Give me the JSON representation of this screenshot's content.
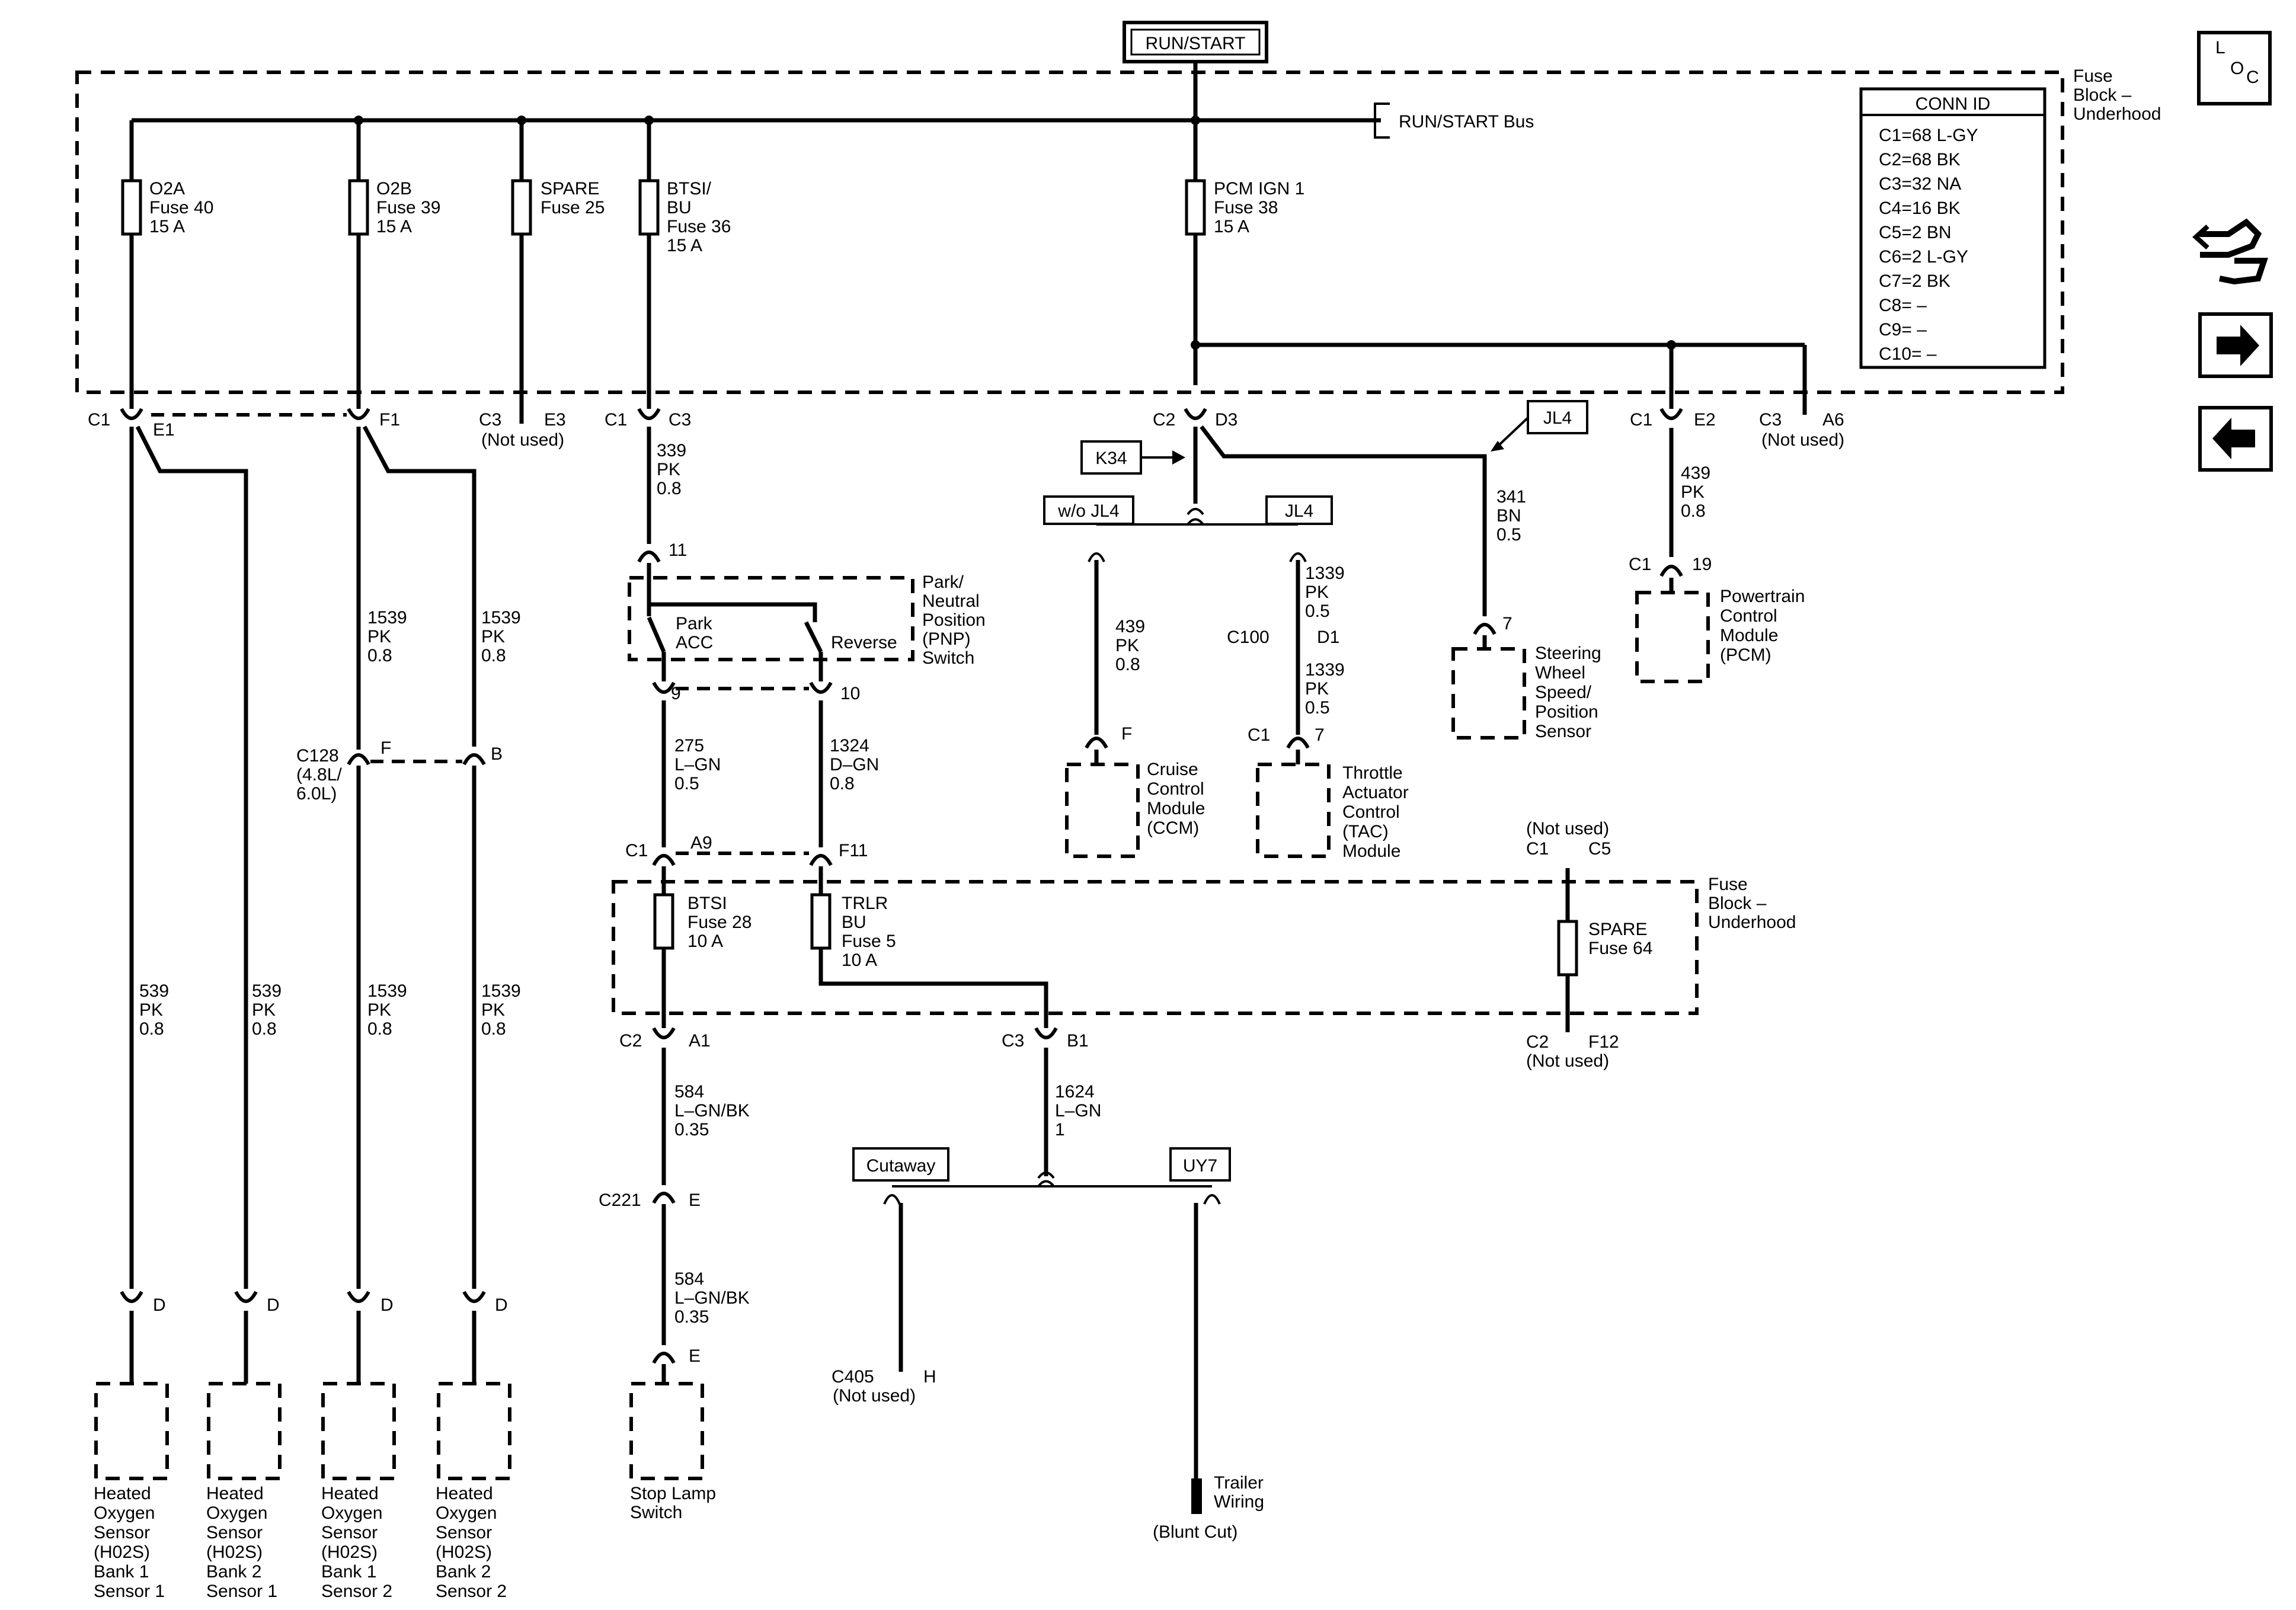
{
  "title": "RUN/START",
  "bus_label": "RUN/START Bus",
  "fuse_block_label": [
    "Fuse",
    "Block –",
    "Underhood"
  ],
  "conn_id": {
    "header": "CONN ID",
    "rows": [
      "C1=68 L-GY",
      "C2=68 BK",
      "C3=32 NA",
      "C4=16 BK",
      "C5=2 BN",
      "C6=2 L-GY",
      "C7=2 BK",
      "C8= –",
      "C9= –",
      "C10= –"
    ]
  },
  "fuses_top": [
    {
      "lines": [
        "O2A",
        "Fuse 40",
        "15 A"
      ]
    },
    {
      "lines": [
        "O2B",
        "Fuse 39",
        "15 A"
      ]
    },
    {
      "lines": [
        "SPARE",
        "Fuse 25"
      ]
    },
    {
      "lines": [
        "BTSI/",
        "BU",
        "Fuse 36",
        "15 A"
      ]
    },
    {
      "lines": [
        "PCM IGN 1",
        "Fuse 38",
        "15 A"
      ]
    }
  ],
  "fuses_lower": [
    {
      "lines": [
        "BTSI",
        "Fuse 28",
        "10 A"
      ]
    },
    {
      "lines": [
        "TRLR",
        "BU",
        "Fuse 5",
        "10 A"
      ]
    },
    {
      "lines": [
        "SPARE",
        "Fuse 64"
      ]
    }
  ],
  "connectors": {
    "c1": "C1",
    "e1": "E1",
    "f1": "F1",
    "c3a": "C3",
    "e3": "E3",
    "not_used": "(Not used)",
    "c1b": "C1",
    "c3b": "C3",
    "c2": "C2",
    "d3": "D3",
    "c1e": "C1",
    "e2": "E2",
    "c3c": "C3",
    "a6": "A6",
    "p11": "11",
    "p9": "9",
    "p10": "10",
    "c128": "C128",
    "c128_sub": [
      "(4.8L/",
      "6.0L)"
    ],
    "pf": "F",
    "pb": "B",
    "c1a9": "C1",
    "a9": "A9",
    "f11": "F11",
    "c2a1": "C2",
    "a1": "A1",
    "c3b1": "C3",
    "b1": "B1",
    "c221": "C221",
    "e": "E",
    "e2s": "E",
    "c405": "C405",
    "h": "H",
    "d": "D",
    "c1_19": "C1",
    "p19": "19",
    "p7": "7",
    "pf2": "F",
    "c100": "C100",
    "d1": "D1",
    "c1_7": "C1",
    "p7b": "7",
    "c1_c5": "C1",
    "c5": "C5",
    "c2_f12": "C2",
    "f12": "F12"
  },
  "wires": {
    "w339": [
      "339",
      "PK",
      "0.8"
    ],
    "w1539": [
      "1539",
      "PK",
      "0.8"
    ],
    "w539": [
      "539",
      "PK",
      "0.8"
    ],
    "w275": [
      "275",
      "L–GN",
      "0.5"
    ],
    "w1324": [
      "1324",
      "D–GN",
      "0.8"
    ],
    "w584": [
      "584",
      "L–GN/BK",
      "0.35"
    ],
    "w1624": [
      "1624",
      "L–GN",
      "1"
    ],
    "w341": [
      "341",
      "BN",
      "0.5"
    ],
    "w439": [
      "439",
      "PK",
      "0.8"
    ],
    "w1339": [
      "1339",
      "PK",
      "0.5"
    ]
  },
  "options": {
    "k34": "K34",
    "jl4": "JL4",
    "wo_jl4": "w/o JL4",
    "cutaway": "Cutaway",
    "uy7": "UY7"
  },
  "switch": {
    "label": [
      "Park/",
      "Neutral",
      "Position",
      "(PNP)",
      "Switch"
    ],
    "park": [
      "Park",
      "ACC"
    ],
    "reverse": "Reverse"
  },
  "components": {
    "ho2s": [
      [
        "Heated",
        "Oxygen",
        "Sensor",
        "(H02S)",
        "Bank 1",
        "Sensor 1"
      ],
      [
        "Heated",
        "Oxygen",
        "Sensor",
        "(H02S)",
        "Bank 2",
        "Sensor 1"
      ],
      [
        "Heated",
        "Oxygen",
        "Sensor",
        "(H02S)",
        "Bank 1",
        "Sensor 2"
      ],
      [
        "Heated",
        "Oxygen",
        "Sensor",
        "(H02S)",
        "Bank 2",
        "Sensor 2"
      ]
    ],
    "stop_lamp": [
      "Stop Lamp",
      "Switch"
    ],
    "trailer": [
      "Trailer",
      "Wiring"
    ],
    "blunt_cut": "(Blunt Cut)",
    "ccm": [
      "Cruise",
      "Control",
      "Module",
      "(CCM)"
    ],
    "tac": [
      "Throttle",
      "Actuator",
      "Control",
      "(TAC)",
      "Module"
    ],
    "swps": [
      "Steering",
      "Wheel",
      "Speed/",
      "Position",
      "Sensor"
    ],
    "pcm": [
      "Powertrain",
      "Control",
      "Module",
      "(PCM)"
    ]
  },
  "nav": {
    "loc": [
      "L",
      "O",
      "C"
    ],
    "icons": [
      "connector-hand-icon",
      "arrow-right-icon",
      "arrow-left-icon"
    ]
  }
}
